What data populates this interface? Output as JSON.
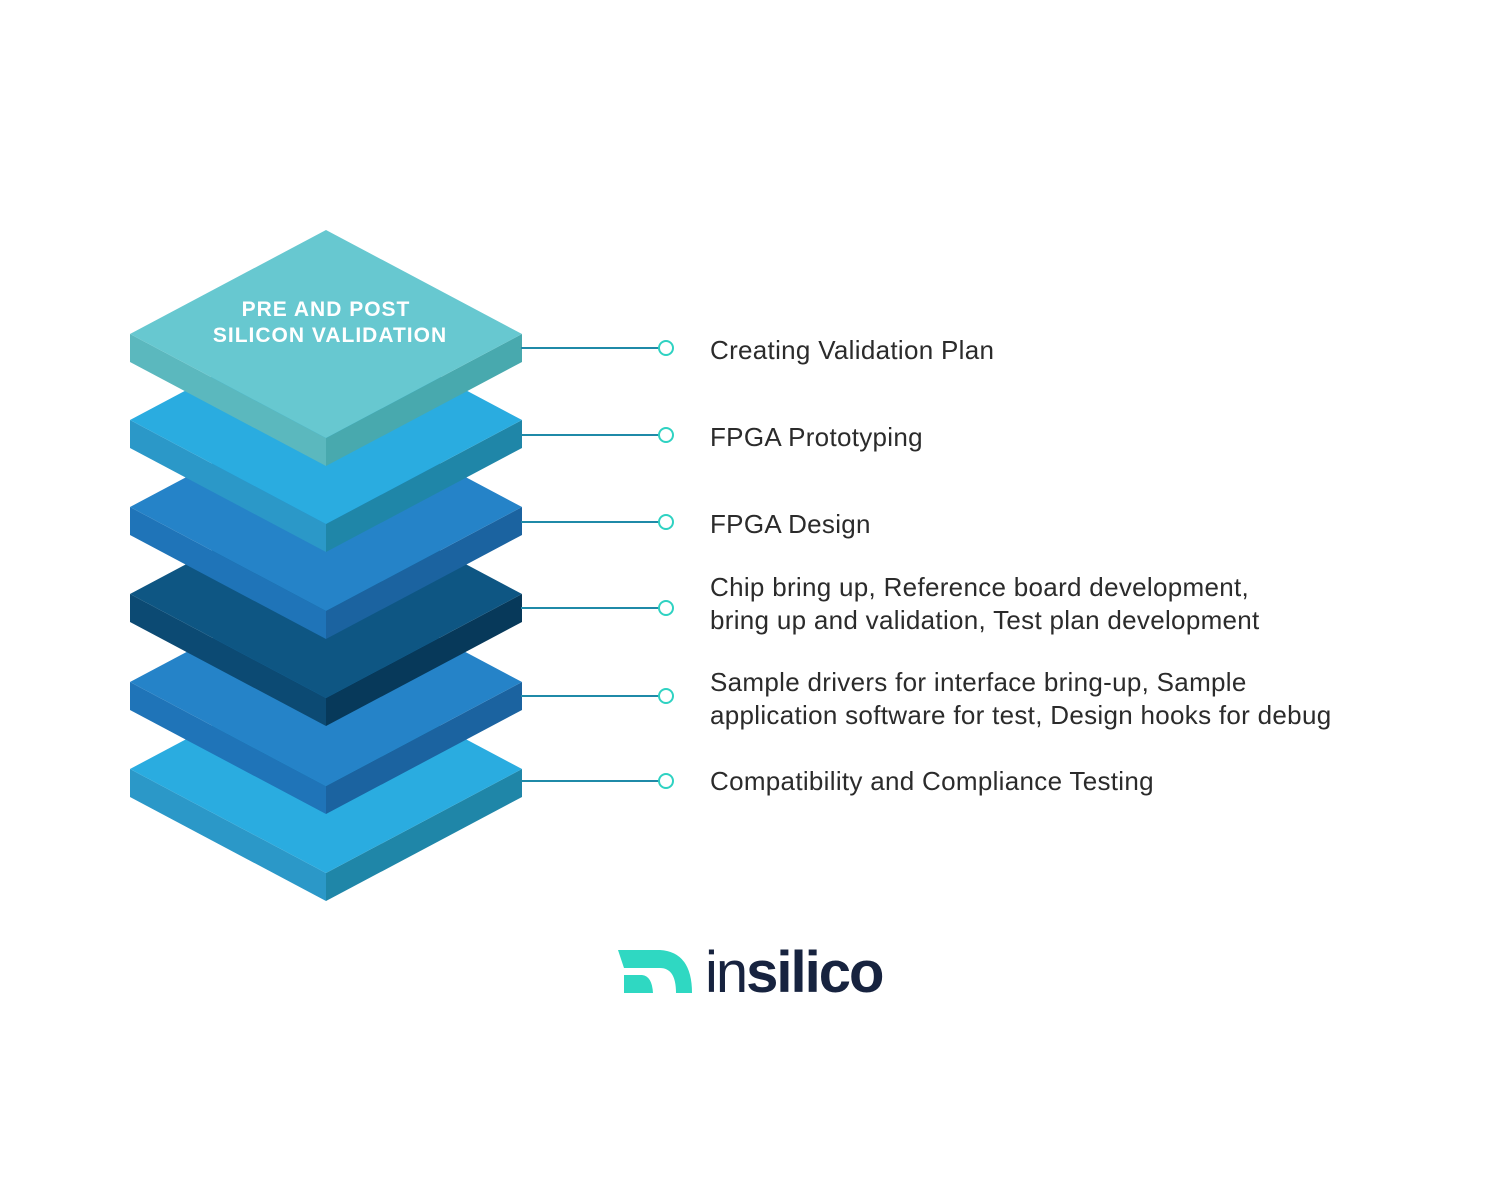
{
  "diagram": {
    "top_title_line1": "PRE AND POST",
    "top_title_line2": "SILICON VALIDATION",
    "items": [
      {
        "line1": "Creating Validation Plan",
        "line2": ""
      },
      {
        "line1": "FPGA Prototyping",
        "line2": ""
      },
      {
        "line1": "FPGA Design",
        "line2": ""
      },
      {
        "line1": "Chip bring up, Reference board development,",
        "line2": "bring up and validation, Test plan development"
      },
      {
        "line1": "Sample drivers for interface bring-up, Sample",
        "line2": "application software for test, Design hooks for debug"
      },
      {
        "line1": "Compatibility and Compliance Testing",
        "line2": ""
      }
    ]
  },
  "colors": {
    "layer_top": [
      "#67c8d0",
      "#5bb8be",
      "#48a9ae"
    ],
    "layer_light_blue": [
      "#2aace0",
      "#2b98c8",
      "#1f86a8"
    ],
    "layer_mid_blue": [
      "#2583c8",
      "#1f74b8",
      "#1b63a0"
    ],
    "layer_dark_blue": [
      "#0e5683",
      "#0c4a73",
      "#07395a"
    ],
    "connector": "#1f8aa8",
    "connector_dot": "#2fd2c2",
    "brand_accent": "#2fd8c2",
    "brand_dark": "#17233f"
  },
  "brand": {
    "logo_name": "insilico-logo",
    "text_light": "in",
    "text_bold": "silico"
  }
}
